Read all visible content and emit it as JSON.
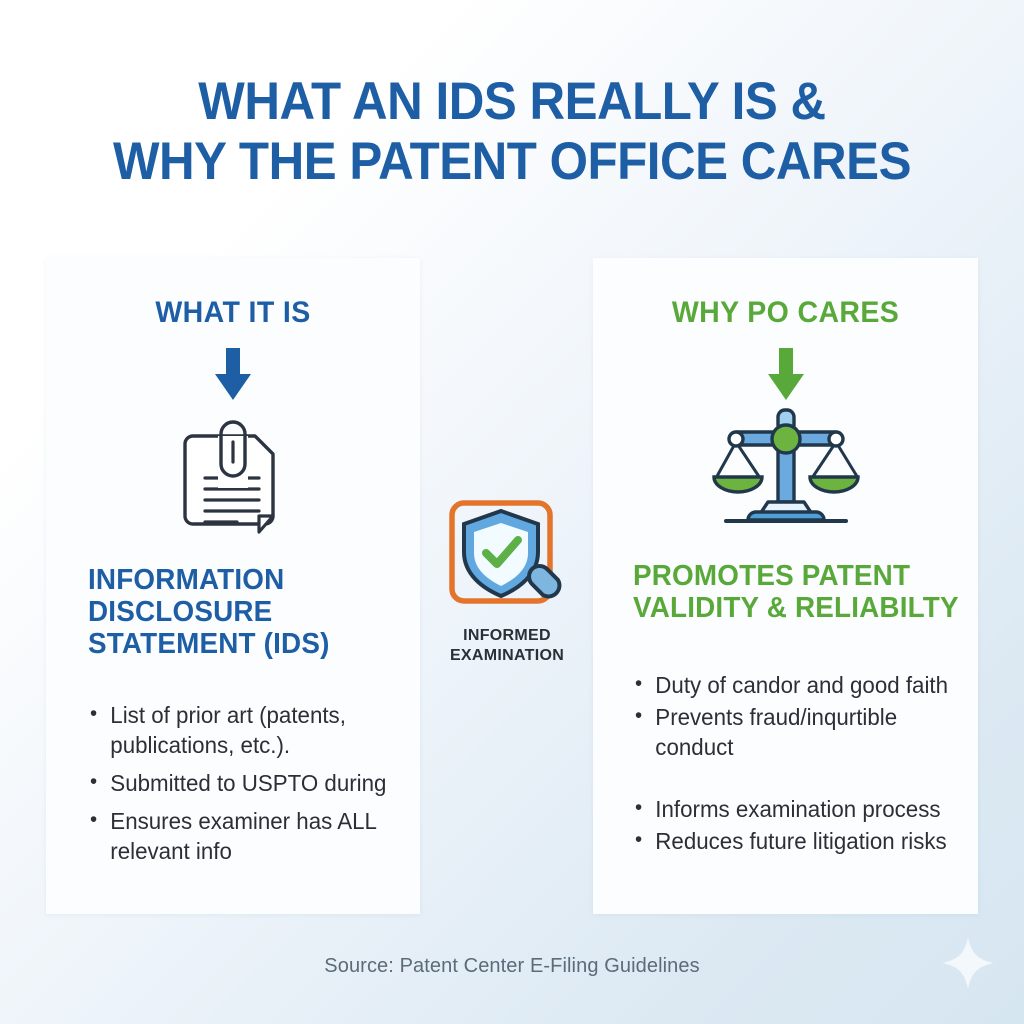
{
  "title": {
    "line1": "WHAT AN IDS REALLY IS &",
    "line2": "WHY THE PATENT OFFICE CARES"
  },
  "colors": {
    "blue": "#1d5ea5",
    "green": "#59a93a",
    "orange": "#e4742b",
    "ink": "#2b3440",
    "footer_text": "#5b6b79",
    "background_start": "#ffffff",
    "background_end": "#d6e6f1",
    "card": "#fcfdfe"
  },
  "left_column": {
    "heading": "WHAT IT IS",
    "arrow_icon": "arrow-down-icon",
    "icon": "document-paperclip-icon",
    "subheading_lines": [
      "INFORMATION",
      "DISCLOSURE",
      "STATEMENT (IDS)"
    ],
    "bullets": [
      "List of prior art (patents, publications, etc.).",
      "Submitted to USPTO during",
      "Ensures examiner has ALL relevant info"
    ]
  },
  "center": {
    "icon": "shield-check-magnifier-icon",
    "caption_lines": [
      "INFORMED",
      "EXAMINATION"
    ]
  },
  "right_column": {
    "heading": "WHY PO CARES",
    "arrow_icon": "arrow-down-icon",
    "icon": "balance-scales-icon",
    "subheading_lines": [
      "PROMOTES PATENT",
      "VALIDITY & RELIABILTY"
    ],
    "bullets": [
      "Duty of candor and good faith",
      "Prevents fraud/inqurtible conduct",
      "Informs examination process",
      "Reduces future litigation risks"
    ]
  },
  "footer": {
    "source": "Source: Patent Center E-Filing Guidelines",
    "sparkle_icon": "sparkle-icon"
  }
}
